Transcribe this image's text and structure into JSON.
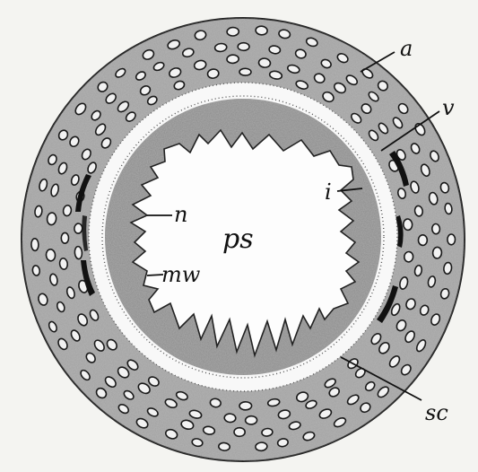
{
  "figure": {
    "labels": {
      "a": "a",
      "v": "v",
      "i": "i",
      "n": "n",
      "ps": "ps",
      "mw": "mw",
      "sc": "sc"
    }
  },
  "colors": {
    "background": "#f4f4f1",
    "outer_ring_fill": "#b3b3b3",
    "inner_gray": "#a9a9a9",
    "light_band": "#f8f8f8",
    "ink": "#111111"
  }
}
